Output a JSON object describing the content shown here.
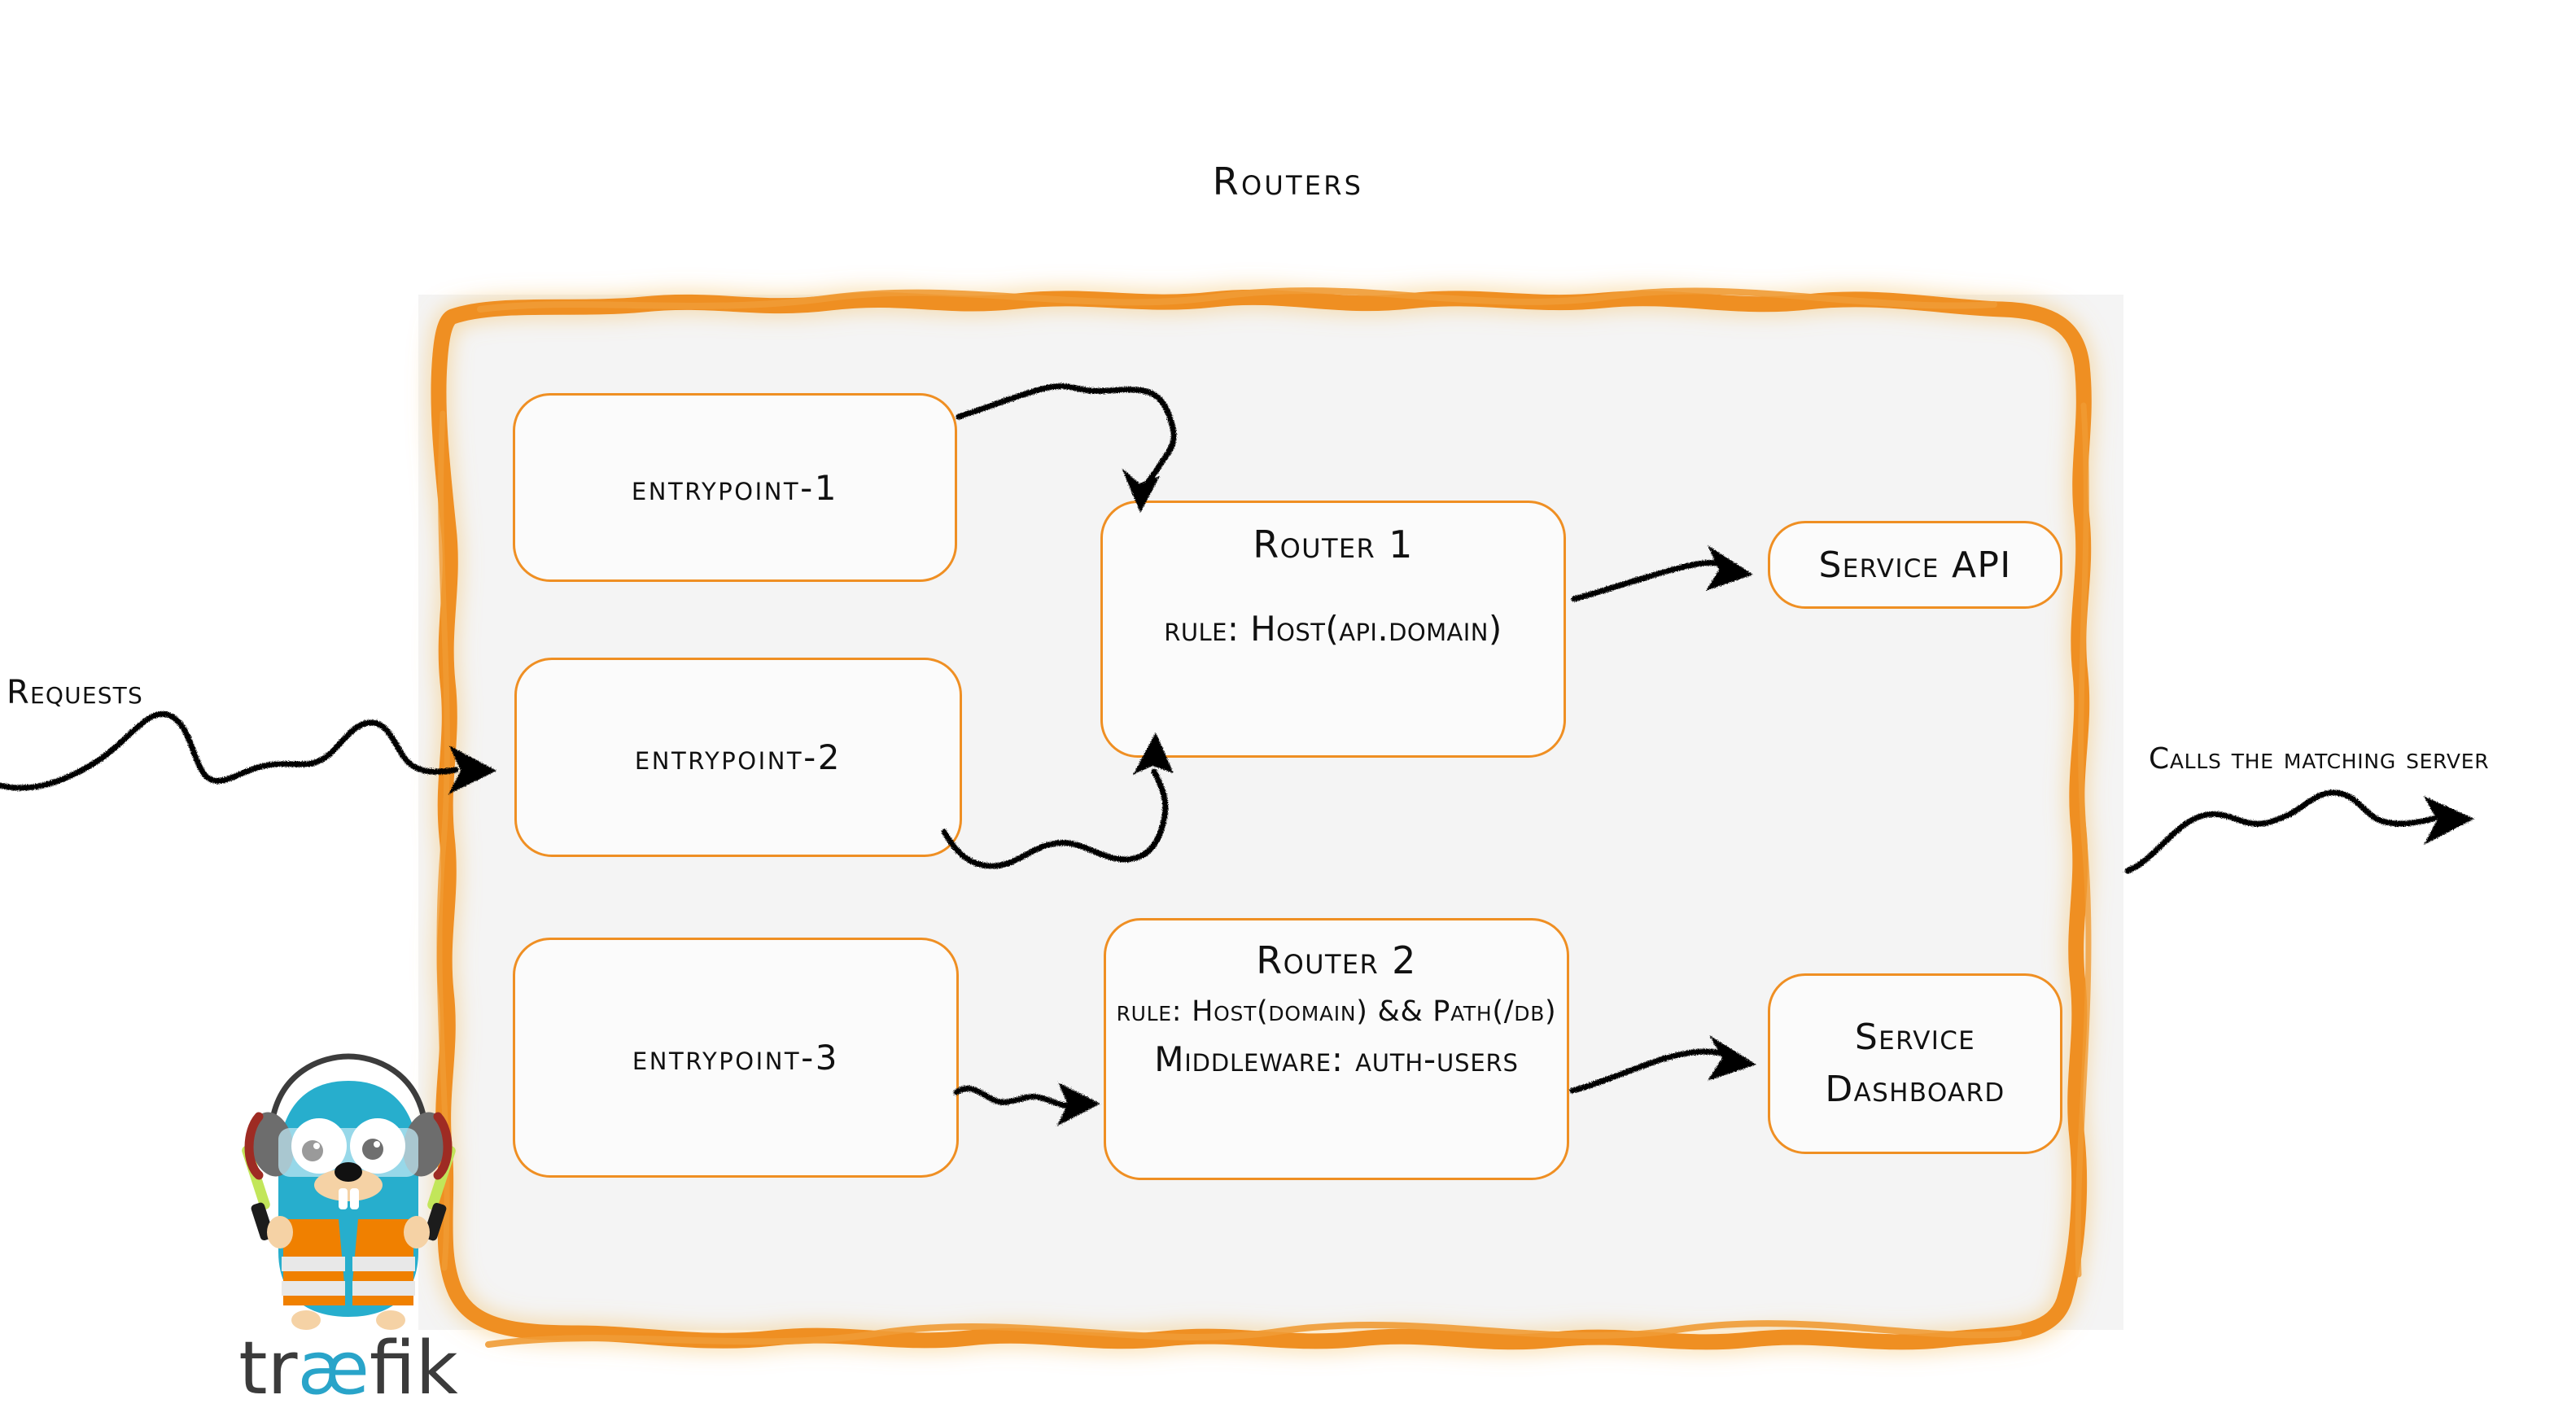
{
  "diagram": {
    "title": "Routers",
    "colors": {
      "accent_orange": "#ef8f23",
      "panel_fill": "#f4f4f4",
      "node_fill": "#fbfbfb",
      "ink": "#111111",
      "gopher_blue": "#27aecd",
      "gopher_vest_orange": "#f08000",
      "glowstick_green": "#c2e65a",
      "logo_text_dark": "#3b3b3b",
      "logo_ae_blue": "#29a4c9"
    }
  },
  "flow": {
    "left_label": "Requests",
    "right_label": "Calls the matching server"
  },
  "entrypoints": [
    {
      "id": "entrypoint-1",
      "label": "entrypoint-1"
    },
    {
      "id": "entrypoint-2",
      "label": "entrypoint-2"
    },
    {
      "id": "entrypoint-3",
      "label": "entrypoint-3"
    }
  ],
  "routers": [
    {
      "id": "router-1",
      "title": "Router 1",
      "rule": "rule: Host(api.domain)"
    },
    {
      "id": "router-2",
      "title": "Router 2",
      "rule": "rule: Host(domain) && Path(/db)",
      "middleware": "Middleware: auth-users"
    }
  ],
  "services": [
    {
      "id": "service-api",
      "label": "Service API"
    },
    {
      "id": "service-dashboard",
      "line1": "Service",
      "line2": "Dashboard"
    }
  ],
  "arrows": [
    {
      "name": "arrow-entrypoint1-to-router1",
      "from": "entrypoint-1",
      "to": "router-1"
    },
    {
      "name": "arrow-entrypoint2-to-router1",
      "from": "entrypoint-2",
      "to": "router-1"
    },
    {
      "name": "arrow-entrypoint3-to-router2",
      "from": "entrypoint-3",
      "to": "router-2"
    },
    {
      "name": "arrow-router1-to-service-api",
      "from": "router-1",
      "to": "service-api"
    },
    {
      "name": "arrow-router2-to-service-dashboard",
      "from": "router-2",
      "to": "service-dashboard"
    },
    {
      "name": "arrow-requests-in",
      "from": "requests-label",
      "to": "routers-container"
    },
    {
      "name": "arrow-calls-out",
      "from": "routers-container",
      "to": "calls-label"
    }
  ],
  "logo": {
    "wordmark_part1": "tr",
    "wordmark_ae": "æ",
    "wordmark_part2": "fik"
  }
}
